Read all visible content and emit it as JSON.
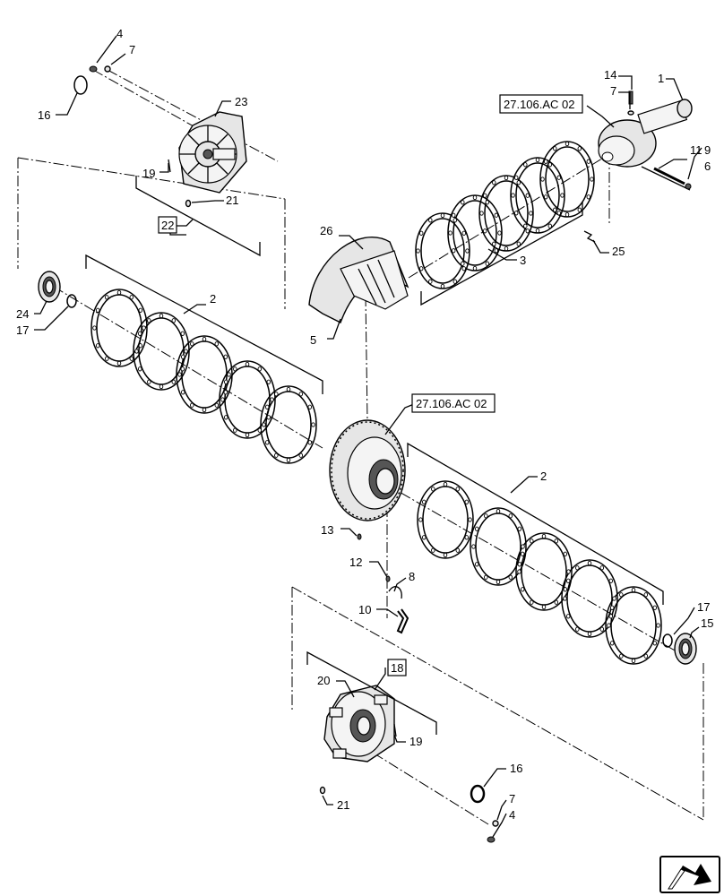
{
  "callouts": {
    "c4_top": "4",
    "c7_top": "7",
    "c16_top": "16",
    "c23": "23",
    "c19_top": "19",
    "c21_top": "21",
    "c22": "22",
    "c14": "14",
    "c7_right": "7",
    "c1": "1",
    "c11": "11",
    "c9": "9",
    "c6": "6",
    "c3": "3",
    "c25": "25",
    "c26": "26",
    "c5": "5",
    "c24": "24",
    "c17_left": "17",
    "c2_left": "2",
    "c13": "13",
    "c12": "12",
    "c8": "8",
    "c10": "10",
    "c2_right": "2",
    "c17_right": "17",
    "c15": "15",
    "c18": "18",
    "c20": "20",
    "c19_bottom": "19",
    "c21_bottom": "21",
    "c16_bottom": "16",
    "c7_bottom": "7",
    "c4_bottom": "4"
  },
  "references": {
    "ref_top": "27.106.AC 02",
    "ref_center": "27.106.AC 02"
  },
  "icons": {
    "nav_arrow": "next-page-arrow-icon"
  }
}
